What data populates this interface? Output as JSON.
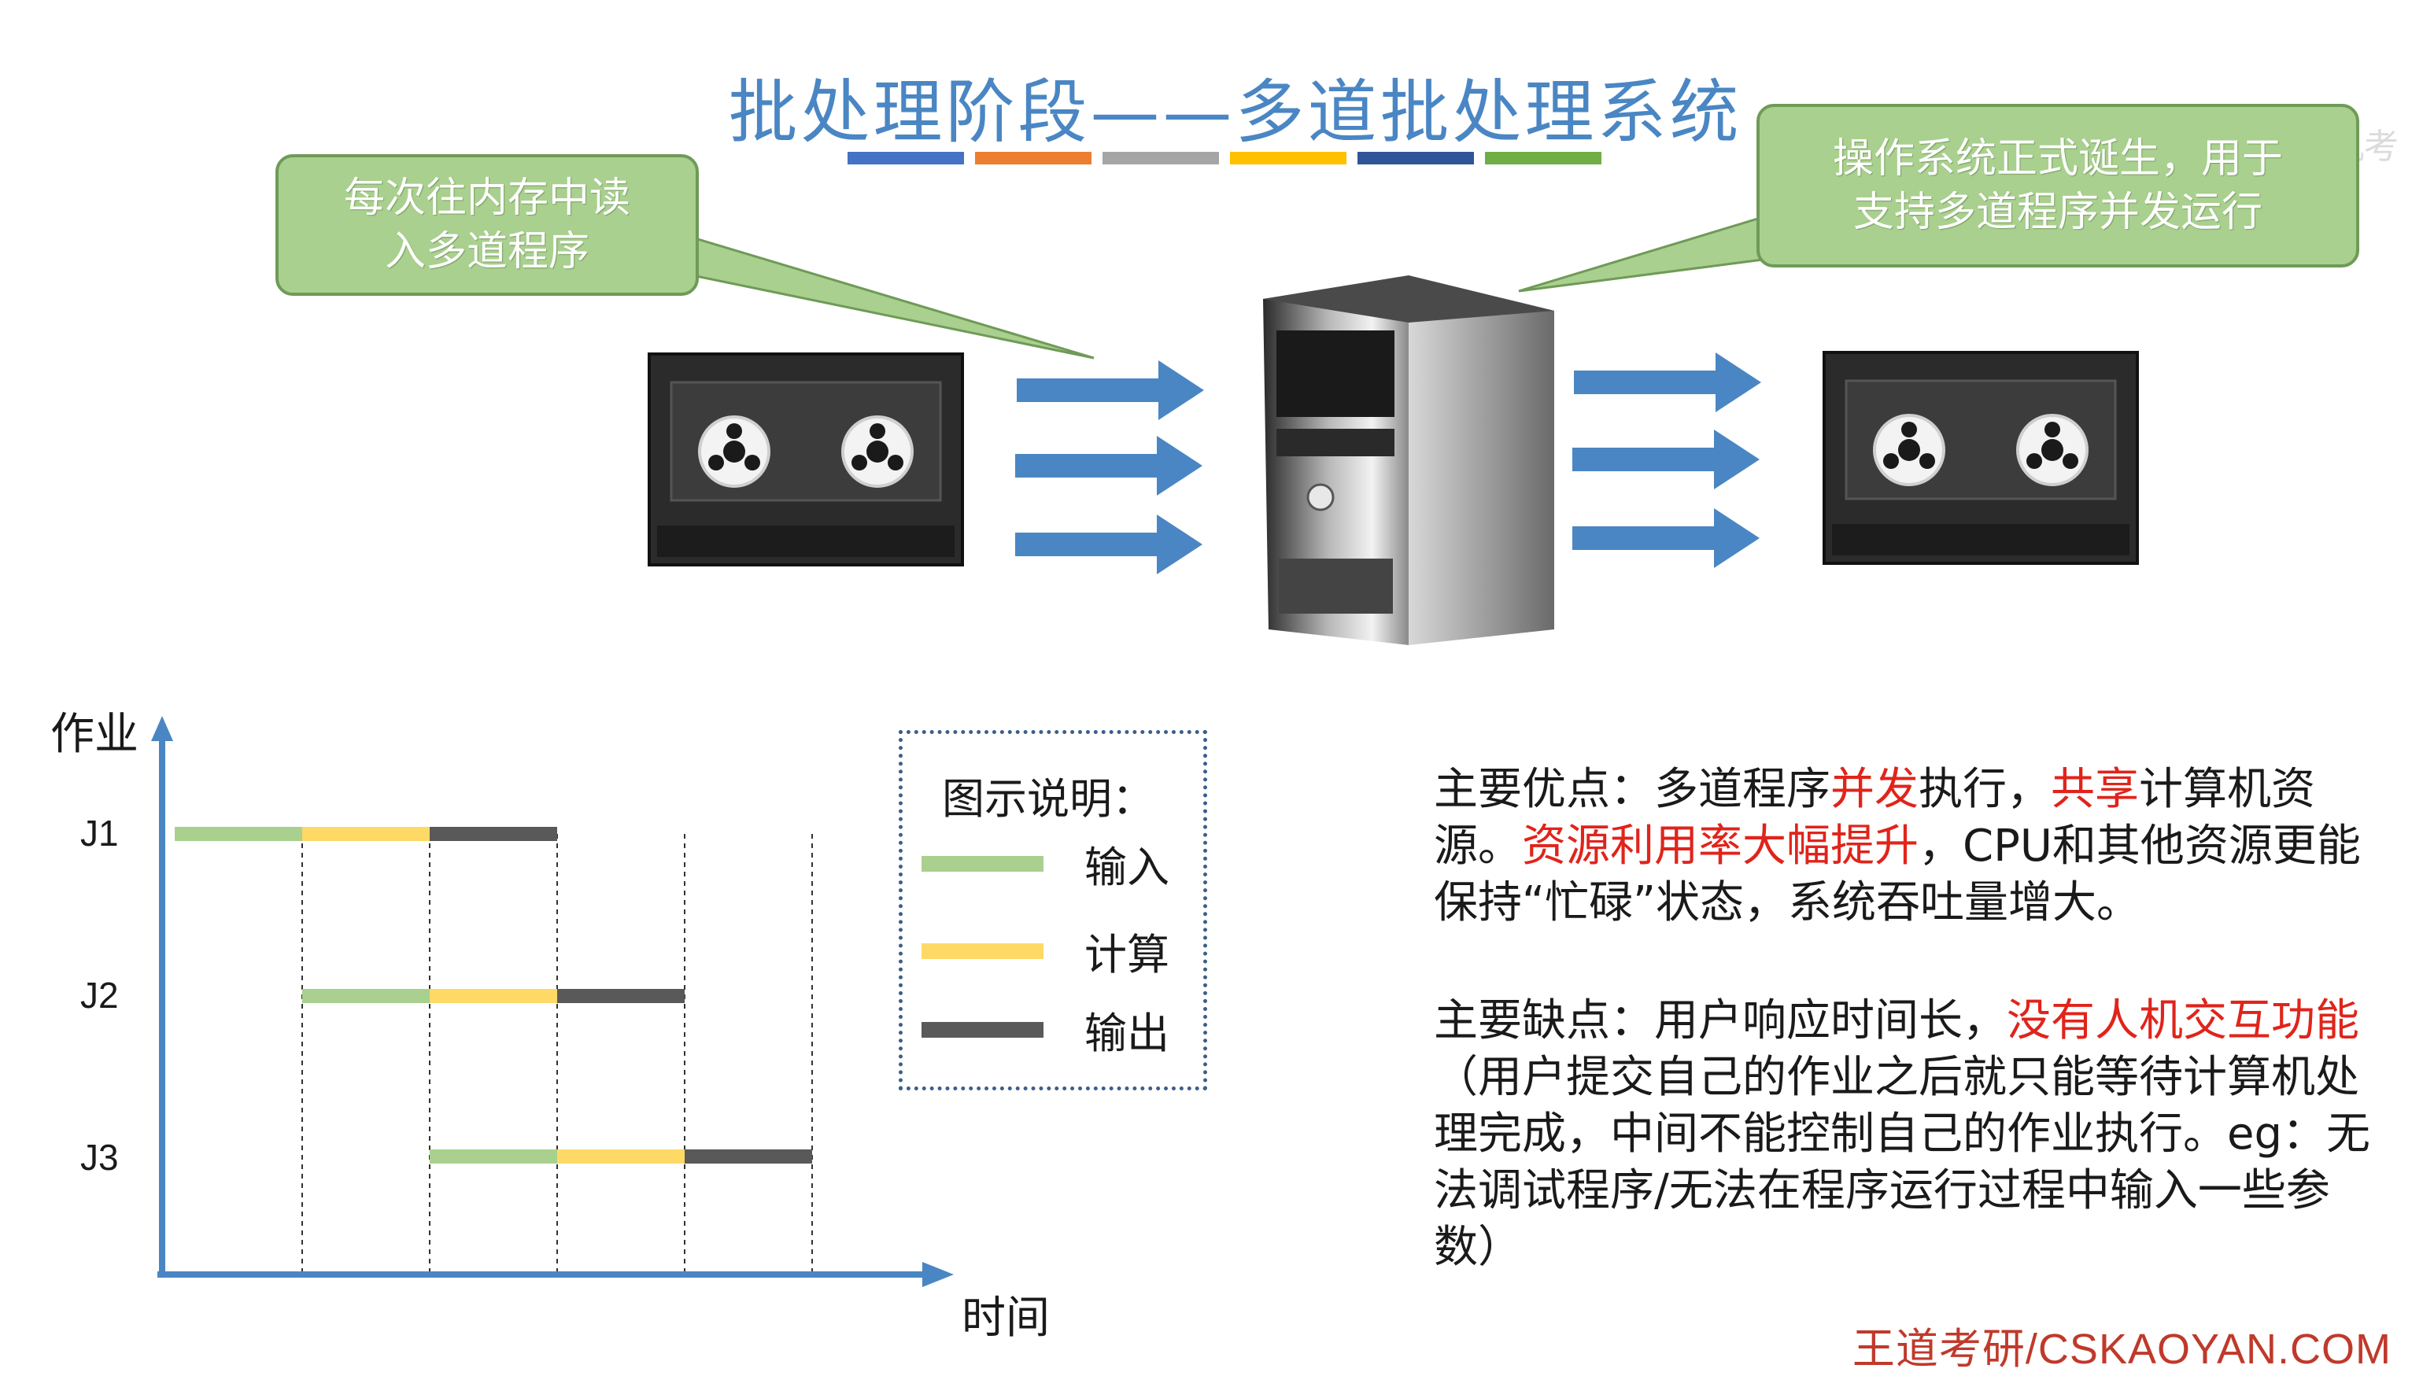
{
  "title": "批处理阶段——多道批处理系统",
  "watermark": "@王道计算机考研",
  "title_bar_colors": [
    "#4472c4",
    "#ed7d31",
    "#a5a5a5",
    "#ffc000",
    "#2f5597",
    "#70ad47"
  ],
  "callouts": {
    "left": [
      "每次往内存中读",
      "入多道程序"
    ],
    "right": [
      "操作系统正式诞生，用于",
      "支持多道程序并发运行"
    ]
  },
  "colors": {
    "accent_blue": "#4a86c3",
    "callout_fill": "#a9d08e",
    "input": "#a9d08e",
    "compute": "#ffd966",
    "output": "#595959",
    "highlight": "#e0241b"
  },
  "icons": [
    "tape-drive-input-icon",
    "computer-tower-icon",
    "tape-drive-output-icon",
    "right-arrow-icon"
  ],
  "chart_data": {
    "type": "gantt",
    "ylabel": "作业",
    "xlabel": "时间",
    "rows": [
      "J1",
      "J2",
      "J3"
    ],
    "segments": [
      {
        "row": "J1",
        "phases": [
          {
            "type": "输入",
            "start": 0,
            "end": 1
          },
          {
            "type": "计算",
            "start": 1,
            "end": 2
          },
          {
            "type": "输出",
            "start": 2,
            "end": 3
          }
        ]
      },
      {
        "row": "J2",
        "phases": [
          {
            "type": "输入",
            "start": 1,
            "end": 2
          },
          {
            "type": "计算",
            "start": 2,
            "end": 3
          },
          {
            "type": "输出",
            "start": 3,
            "end": 4
          }
        ]
      },
      {
        "row": "J3",
        "phases": [
          {
            "type": "输入",
            "start": 2,
            "end": 3
          },
          {
            "type": "计算",
            "start": 3,
            "end": 4
          },
          {
            "type": "输出",
            "start": 4,
            "end": 5
          }
        ]
      }
    ],
    "time_ticks": [
      1,
      2,
      3,
      4,
      5
    ],
    "legend": {
      "title": "图示说明：",
      "items": [
        {
          "label": "输入",
          "color": "#a9d08e"
        },
        {
          "label": "计算",
          "color": "#ffd966"
        },
        {
          "label": "输出",
          "color": "#595959"
        }
      ]
    }
  },
  "pros": {
    "p1": "主要优点：多道程序",
    "h1": "并发",
    "p2": "执行，",
    "h2": "共享",
    "p3": "计算机资源。",
    "h3": "资源利用率大幅提升",
    "p4": "，CPU和其他资源更能保持“忙碌”状态，系统吞吐量增大。"
  },
  "cons": {
    "p1": "主要缺点：用户响应时间长，",
    "h1": "没有人机交互功能",
    "p2": "（用户提交自己的作业之后就只能等待计算机处理完成，中间不能控制自己的作业执行。eg：无法调试程序/无法在程序运行过程中输入一些参数）"
  },
  "brand": "王道考研/CSKAOYAN.COM"
}
